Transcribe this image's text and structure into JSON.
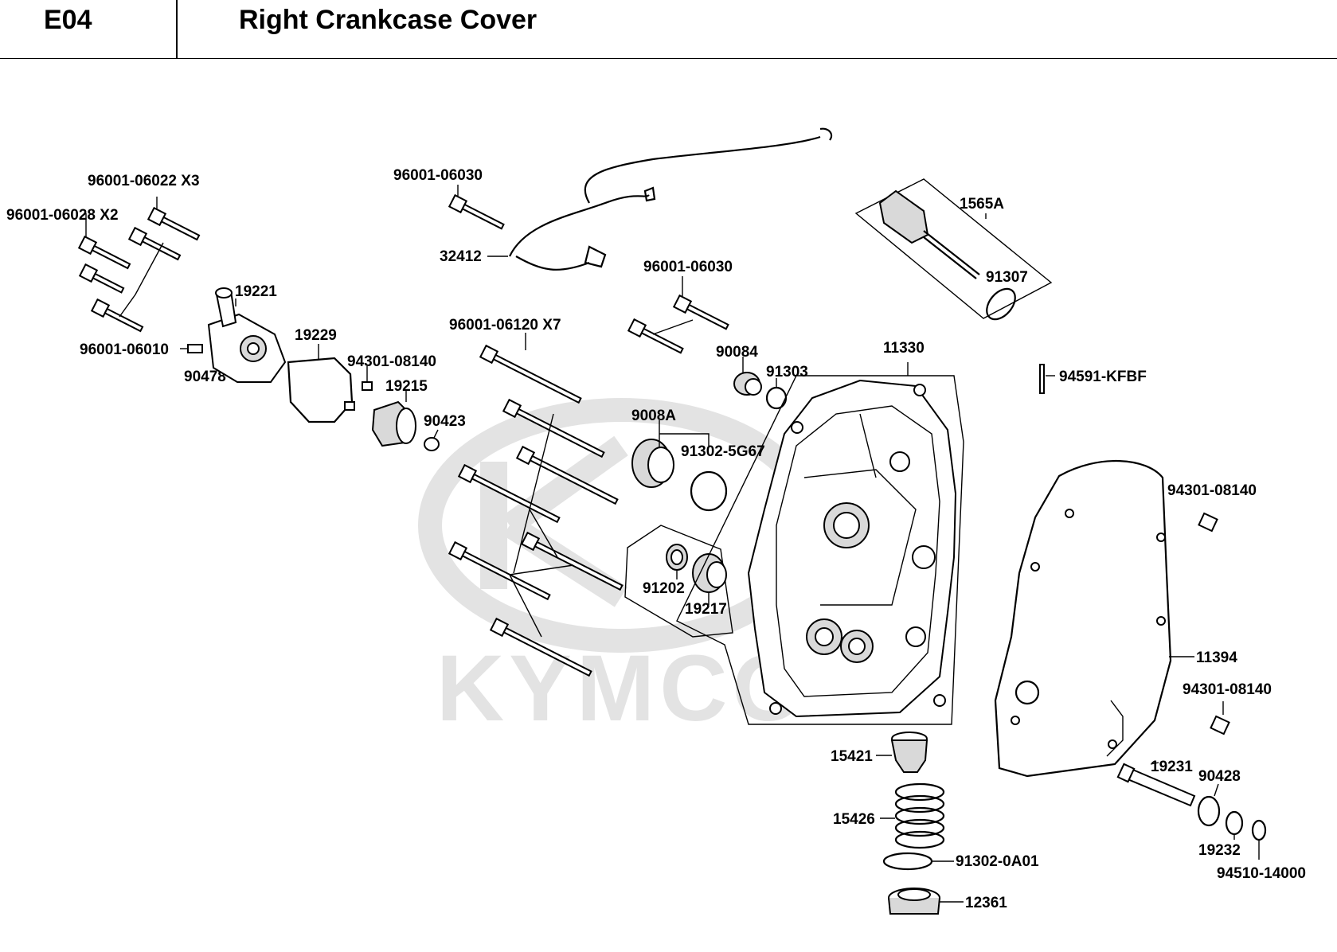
{
  "header": {
    "code": "E04",
    "title": "Right Crankcase Cover"
  },
  "watermark": {
    "text": "KYMCO"
  },
  "parts": {
    "p96001_06022": "96001-06022 X3",
    "p96001_06028": "96001-06028 X2",
    "p96001_06010": "96001-06010",
    "p90478": "90478",
    "p19221": "19221",
    "p19229": "19229",
    "p94301_08140_a": "94301-08140",
    "p19215": "19215",
    "p90423": "90423",
    "p96001_06030_a": "96001-06030",
    "p32412": "32412",
    "p96001_06030_b": "96001-06030",
    "p96001_06120": "96001-06120 X7",
    "p90084": "90084",
    "p91303": "91303",
    "p1565A": "1565A",
    "p91307": "91307",
    "p11330": "11330",
    "p94591_KFBF": "94591-KFBF",
    "p9008A": "9008A",
    "p91302_5G67": "91302-5G67",
    "p91202": "91202",
    "p19217": "19217",
    "p94301_08140_b": "94301-08140",
    "p11394": "11394",
    "p94301_08140_c": "94301-08140",
    "p15421": "15421",
    "p15426": "15426",
    "p91302_0A01": "91302-0A01",
    "p12361": "12361",
    "p19231": "19231",
    "p90428": "90428",
    "p19232": "19232",
    "p94510_14000": "94510-14000"
  }
}
